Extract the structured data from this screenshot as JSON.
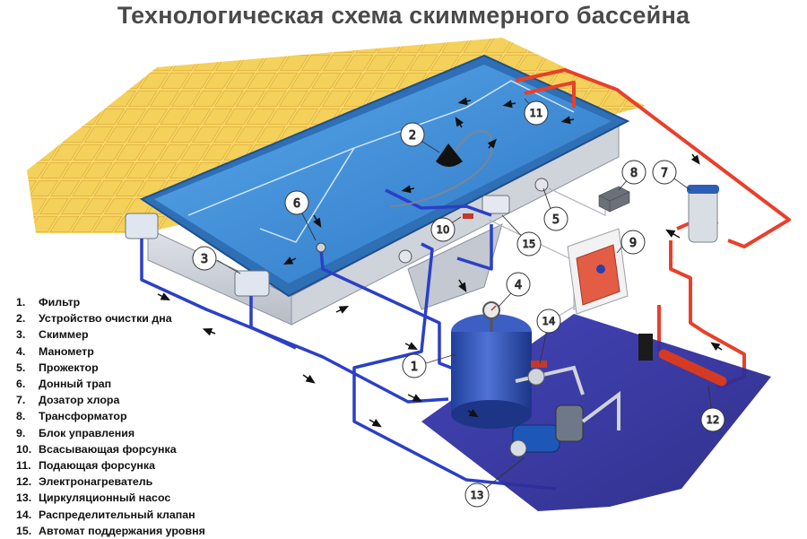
{
  "title": "Технологическая схема скиммерного бассейна",
  "legend": [
    {
      "num": "1.",
      "label": "Фильтр"
    },
    {
      "num": "2.",
      "label": "Устройство очистки дна"
    },
    {
      "num": "3.",
      "label": "Скиммер"
    },
    {
      "num": "4.",
      "label": "Манометр"
    },
    {
      "num": "5.",
      "label": "Прожектор"
    },
    {
      "num": "6.",
      "label": "Донный трап"
    },
    {
      "num": "7.",
      "label": "Дозатор хлора"
    },
    {
      "num": "8.",
      "label": "Трансформатор"
    },
    {
      "num": "9.",
      "label": "Блок управления"
    },
    {
      "num": "10.",
      "label": "Всасывающая форсунка"
    },
    {
      "num": "11.",
      "label": "Подающая форсунка"
    },
    {
      "num": "12.",
      "label": "Электронагреватель"
    },
    {
      "num": "13.",
      "label": "Циркуляционный насос"
    },
    {
      "num": "14.",
      "label": "Распределительный клапан"
    },
    {
      "num": "15.",
      "label": "Автомат поддержания уровня"
    }
  ],
  "callouts": [
    "1",
    "2",
    "3",
    "4",
    "5",
    "6",
    "7",
    "8",
    "9",
    "10",
    "11",
    "12",
    "13",
    "14",
    "15"
  ],
  "colors": {
    "tile": "#f4d35e",
    "tile_grout": "#e9b93a",
    "water": "#3f8fd6",
    "water_dark": "#2a6fb8",
    "pool_wall": "#c8ccd4",
    "platform": "#2f2f9e",
    "suction_pipe": "#2b3fc8",
    "return_pipe": "#e8402a",
    "title": "#4a4a4a"
  }
}
